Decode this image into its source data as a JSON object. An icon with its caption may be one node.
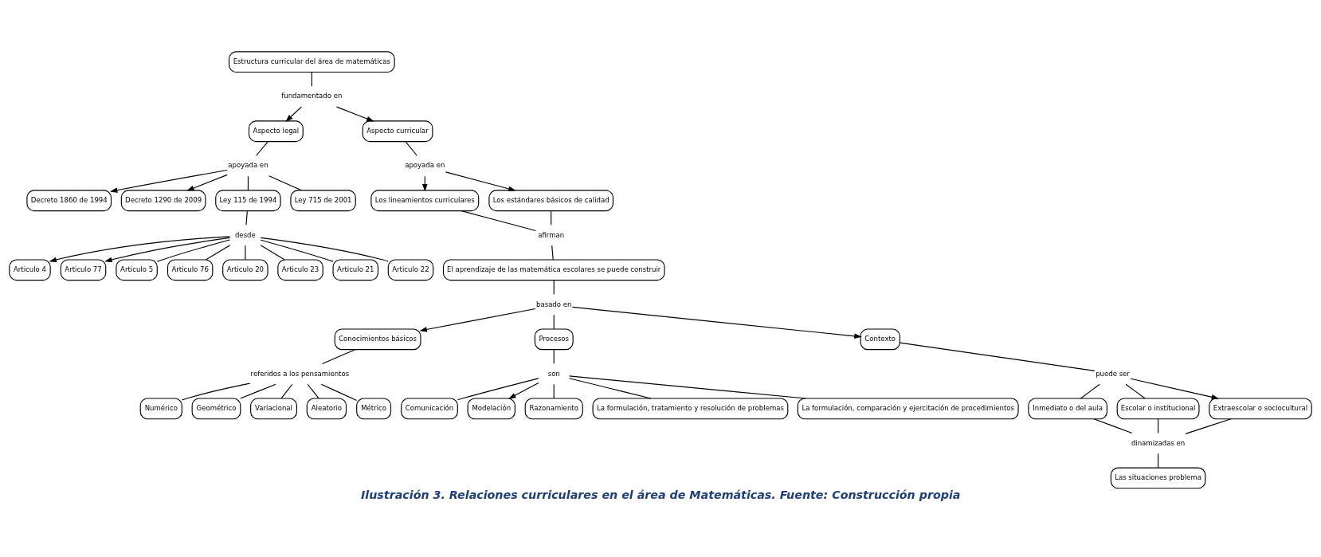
{
  "diagram": {
    "caption": "Ilustración 3. Relaciones curriculares en el área de Matemáticas. Fuente: Construcción propia",
    "nodes": [
      {
        "text": [
          "Estructura curricular del área de matemáticas"
        ]
      },
      {
        "text": [
          "fundamentado en"
        ]
      },
      {
        "text": [
          "Aspecto legal"
        ]
      },
      {
        "text": [
          "Aspecto curricular"
        ]
      },
      {
        "text": [
          "apoyada en"
        ]
      },
      {
        "text": [
          "Decreto 1860 de 1994"
        ]
      },
      {
        "text": [
          "Decreto 1290 de 2009"
        ]
      },
      {
        "text": [
          "Ley 115 de 1994"
        ]
      },
      {
        "text": [
          "Ley 715 de 2001"
        ]
      },
      {
        "text": [
          "apoyada en"
        ]
      },
      {
        "text": [
          "Los lineamientos curriculares"
        ]
      },
      {
        "text": [
          "Los estándares básicos de calidad"
        ]
      },
      {
        "text": [
          "afirman"
        ]
      },
      {
        "text": [
          "El aprendizaje de las matemática escolares se puede construir"
        ]
      },
      {
        "text": [
          "desde"
        ]
      },
      {
        "text": [
          "Articulo 4"
        ]
      },
      {
        "text": [
          "Articulo 77"
        ]
      },
      {
        "text": [
          "Articulo 5"
        ]
      },
      {
        "text": [
          "Articulo 76"
        ]
      },
      {
        "text": [
          "Articulo 20"
        ]
      },
      {
        "text": [
          "Articulo 23"
        ]
      },
      {
        "text": [
          "Articulo 21"
        ]
      },
      {
        "text": [
          "Articulo 22"
        ]
      },
      {
        "text": [
          "basado en"
        ]
      },
      {
        "text": [
          "Conocimientos básicos"
        ]
      },
      {
        "text": [
          "Procesos"
        ]
      },
      {
        "text": [
          "Contexto"
        ]
      },
      {
        "text": [
          "referidos a los pensamientos"
        ]
      },
      {
        "text": [
          "son"
        ]
      },
      {
        "text": [
          "puede ser"
        ]
      },
      {
        "text": [
          "Numérico"
        ]
      },
      {
        "text": [
          "Geométrico"
        ]
      },
      {
        "text": [
          "Variacional"
        ]
      },
      {
        "text": [
          "Aleatorio"
        ]
      },
      {
        "text": [
          "Métrico"
        ]
      },
      {
        "text": [
          "Comunicación"
        ]
      },
      {
        "text": [
          "Modelación"
        ]
      },
      {
        "text": [
          "Razonamiento"
        ]
      },
      {
        "text": [
          "La formulación, tratamiento y resolución de problemas"
        ]
      },
      {
        "text": [
          "La formulación, comparación y ejercitación de procedimientos"
        ]
      },
      {
        "text": [
          "Inmediato o del aula"
        ]
      },
      {
        "text": [
          "Escolar o institucional"
        ]
      },
      {
        "text": [
          "Extraescolar o sociocultural"
        ]
      },
      {
        "text": [
          "dinamizadas en"
        ]
      },
      {
        "text": [
          "Las situaciones problema"
        ]
      }
    ],
    "edges": [
      {
        "from": 0,
        "to": 1,
        "arrow": "none"
      },
      {
        "from": 1,
        "to": 2,
        "arrow": "to"
      },
      {
        "from": 1,
        "to": 3,
        "arrow": "to"
      },
      {
        "from": 2,
        "to": 4,
        "arrow": "none"
      },
      {
        "from": 4,
        "to": 5,
        "arrow": "to"
      },
      {
        "from": 4,
        "to": 6,
        "arrow": "to"
      },
      {
        "from": 4,
        "to": 7,
        "arrow": "none"
      },
      {
        "from": 4,
        "to": 8,
        "arrow": "none"
      },
      {
        "from": 3,
        "to": 9,
        "arrow": "none"
      },
      {
        "from": 9,
        "to": 10,
        "arrow": "to"
      },
      {
        "from": 9,
        "to": 11,
        "arrow": "to"
      },
      {
        "from": 10,
        "to": 12,
        "arrow": "none"
      },
      {
        "from": 11,
        "to": 12,
        "arrow": "none"
      },
      {
        "from": 12,
        "to": 13,
        "arrow": "none"
      },
      {
        "from": 7,
        "to": 14,
        "arrow": "none"
      },
      {
        "from": 14,
        "to": 15,
        "arrow": "to"
      },
      {
        "from": 14,
        "to": 16,
        "arrow": "to"
      },
      {
        "from": 14,
        "to": 17,
        "arrow": "none"
      },
      {
        "from": 14,
        "to": 18,
        "arrow": "none"
      },
      {
        "from": 14,
        "to": 19,
        "arrow": "none"
      },
      {
        "from": 14,
        "to": 20,
        "arrow": "none"
      },
      {
        "from": 14,
        "to": 21,
        "arrow": "none"
      },
      {
        "from": 14,
        "to": 22,
        "arrow": "none"
      },
      {
        "from": 13,
        "to": 23,
        "arrow": "none"
      },
      {
        "from": 23,
        "to": 24,
        "arrow": "to"
      },
      {
        "from": 23,
        "to": 25,
        "arrow": "none"
      },
      {
        "from": 23,
        "to": 26,
        "arrow": "to"
      },
      {
        "from": 24,
        "to": 27,
        "arrow": "none"
      },
      {
        "from": 25,
        "to": 28,
        "arrow": "none"
      },
      {
        "from": 26,
        "to": 29,
        "arrow": "none"
      },
      {
        "from": 27,
        "to": 30,
        "arrow": "none"
      },
      {
        "from": 27,
        "to": 31,
        "arrow": "none"
      },
      {
        "from": 27,
        "to": 32,
        "arrow": "none"
      },
      {
        "from": 27,
        "to": 33,
        "arrow": "none"
      },
      {
        "from": 27,
        "to": 34,
        "arrow": "none"
      },
      {
        "from": 28,
        "to": 35,
        "arrow": "none"
      },
      {
        "from": 28,
        "to": 36,
        "arrow": "to"
      },
      {
        "from": 28,
        "to": 37,
        "arrow": "none"
      },
      {
        "from": 28,
        "to": 38,
        "arrow": "none"
      },
      {
        "from": 28,
        "to": 39,
        "arrow": "none"
      },
      {
        "from": 29,
        "to": 40,
        "arrow": "none"
      },
      {
        "from": 29,
        "to": 41,
        "arrow": "none"
      },
      {
        "from": 29,
        "to": 42,
        "arrow": "to"
      },
      {
        "from": 40,
        "to": 43,
        "arrow": "none"
      },
      {
        "from": 41,
        "to": 43,
        "arrow": "none"
      },
      {
        "from": 42,
        "to": 43,
        "arrow": "none"
      },
      {
        "from": 43,
        "to": 44,
        "arrow": "none"
      }
    ]
  }
}
